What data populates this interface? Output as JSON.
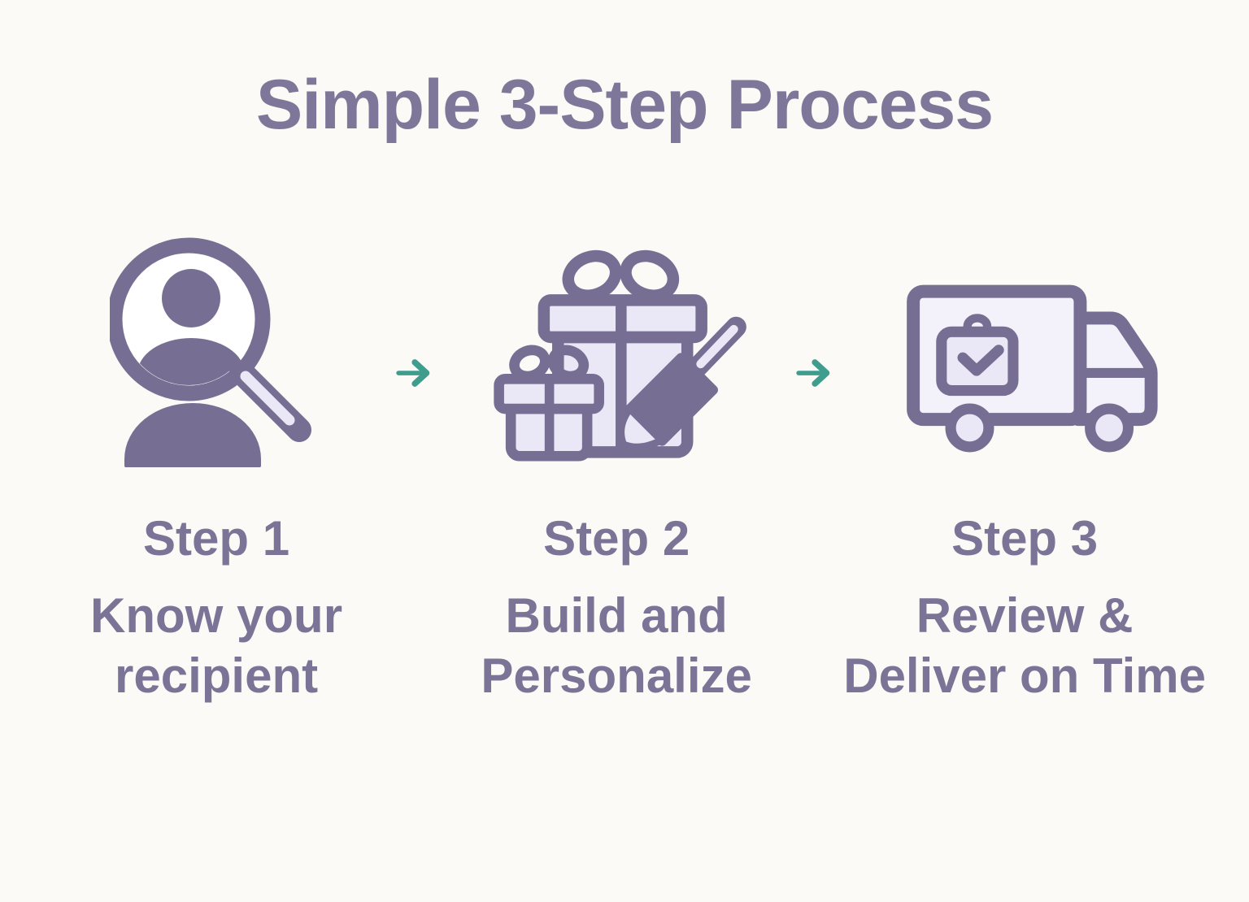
{
  "page": {
    "title": "Simple 3-Step Process"
  },
  "colors": {
    "background": "#fbfaf6",
    "title_text": "#7e7799",
    "step_text": "#7c7497",
    "icon_outline": "#776f93",
    "icon_fill_light": "#eae8f6",
    "icon_fill_lighter": "#f3f2fa",
    "arrow": "#3f9d8d"
  },
  "icons": {
    "step1": "person-search-icon",
    "step2": "gift-boxes-brush-icon",
    "step3": "delivery-truck-icon",
    "connector": "arrow-right-icon"
  },
  "steps": [
    {
      "label": "Step 1",
      "description_line1": "Know your",
      "description_line2": "recipient"
    },
    {
      "label": "Step 2",
      "description_line1": "Build and",
      "description_line2": "Personalize"
    },
    {
      "label": "Step 3",
      "description_line1": "Review &",
      "description_line2": "Deliver on Time"
    }
  ]
}
